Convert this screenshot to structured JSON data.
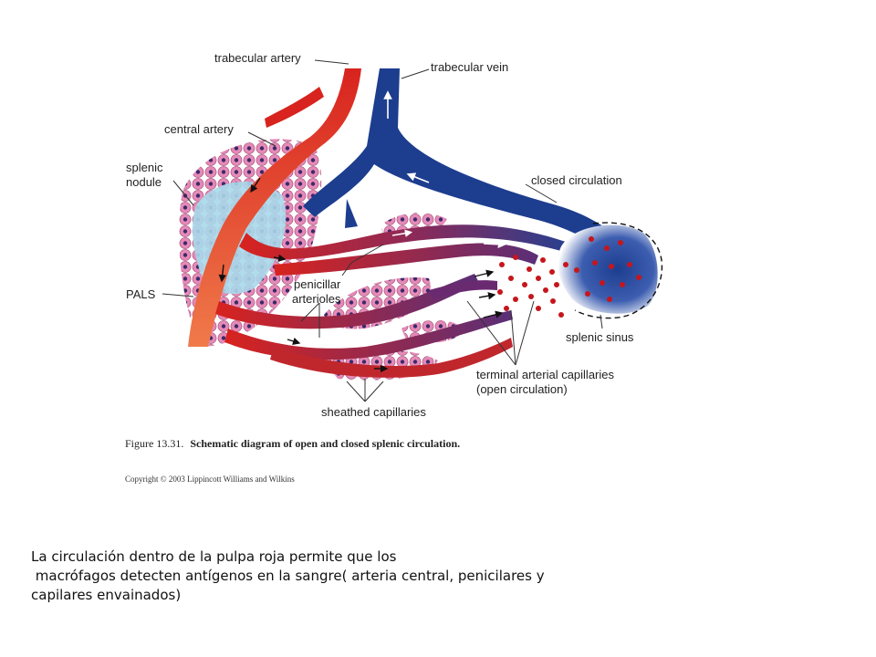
{
  "labels": {
    "trabecular_artery": "trabecular artery",
    "trabecular_vein": "trabecular vein",
    "central_artery": "central artery",
    "splenic_nodule_1": "splenic",
    "splenic_nodule_2": "nodule",
    "closed_circulation": "closed circulation",
    "pals": "PALS",
    "penicillar_1": "penicillar",
    "penicillar_2": "arterioles",
    "splenic_sinus": "splenic sinus",
    "terminal_1": "terminal arterial capillaries",
    "terminal_2": "(open circulation)",
    "sheathed": "sheathed capillaries"
  },
  "figure": {
    "number": "Figure 13.31.",
    "title": "Schematic diagram of open and closed splenic circulation."
  },
  "copyright": "Copyright © 2003 Lippincott Williams and Wilkins",
  "caption": {
    "line1": "La circulación dentro de la pulpa roja permite que los",
    "line2": " macrófagos detecten antígenos en la sangre( arteria central, penicilares y",
    "line3": "capilares envainados)"
  },
  "colors": {
    "artery": "#d8231e",
    "vein": "#1d3d8f",
    "nodule": "#a9d8ea",
    "cell": "#e58ab6",
    "cell_nucleus": "#3b2a6b",
    "blood": "#c4161c"
  }
}
